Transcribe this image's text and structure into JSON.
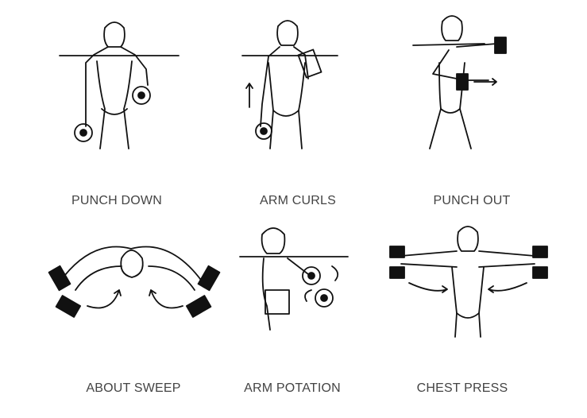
{
  "exercises": [
    {
      "label": "PUNCH DOWN"
    },
    {
      "label": "ARM CURLS"
    },
    {
      "label": "PUNCH OUT"
    },
    {
      "label": "ABOUT SWEEP"
    },
    {
      "label": "ARM POTATION"
    },
    {
      "label": "CHEST PRESS"
    }
  ]
}
